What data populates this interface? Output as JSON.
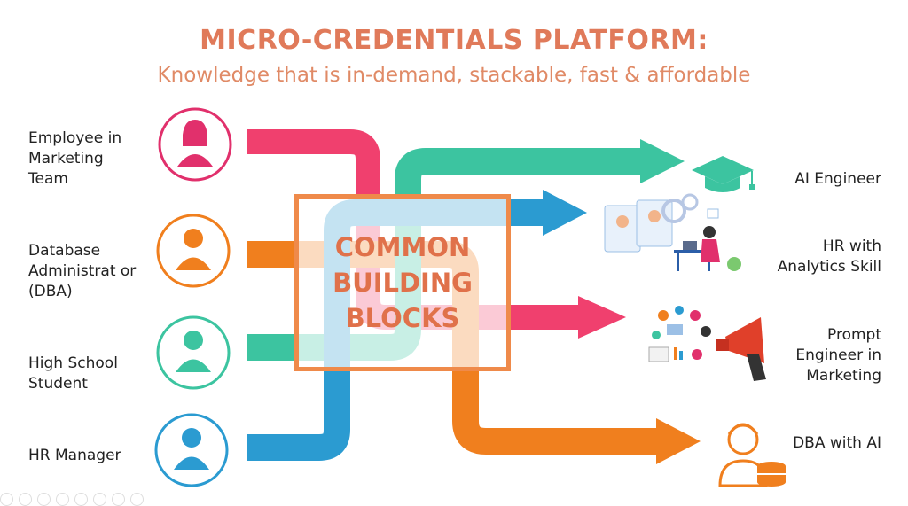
{
  "header": {
    "title": "MICRO-CREDENTIALS PLATFORM:",
    "subtitle": "Knowledge that is in-demand, stackable, fast & affordable"
  },
  "center": {
    "label": "COMMON BUILDING BLOCKS",
    "border_color": "#ef8a4a"
  },
  "inputs": [
    {
      "label": "Employee in Marketing Team",
      "icon": "woman-icon",
      "color": "#e1306c"
    },
    {
      "label": "Database Administrat or (DBA)",
      "icon": "man-icon",
      "color": "#f07f1e"
    },
    {
      "label": "High School Student",
      "icon": "student-icon",
      "color": "#3cc4a0"
    },
    {
      "label": "HR Manager",
      "icon": "manager-icon",
      "color": "#2b9bd1"
    }
  ],
  "outputs": [
    {
      "label": "AI Engineer",
      "icon": "graduation-cap-icon",
      "color": "#3cc4a0"
    },
    {
      "label": "HR with Analytics Skill",
      "icon": "hr-analytics-illustration-icon",
      "color": "#2b9bd1"
    },
    {
      "label": "Prompt Engineer in Marketing",
      "icon": "megaphone-marketing-icon",
      "color": "#f0406e"
    },
    {
      "label": "DBA with AI",
      "icon": "dba-person-database-icon",
      "color": "#f07f1e"
    }
  ],
  "toolbar": [
    "prev-icon",
    "play-icon",
    "pen-icon",
    "slides-icon",
    "zoom-icon",
    "captions-icon",
    "camera-icon",
    "more-icon"
  ]
}
